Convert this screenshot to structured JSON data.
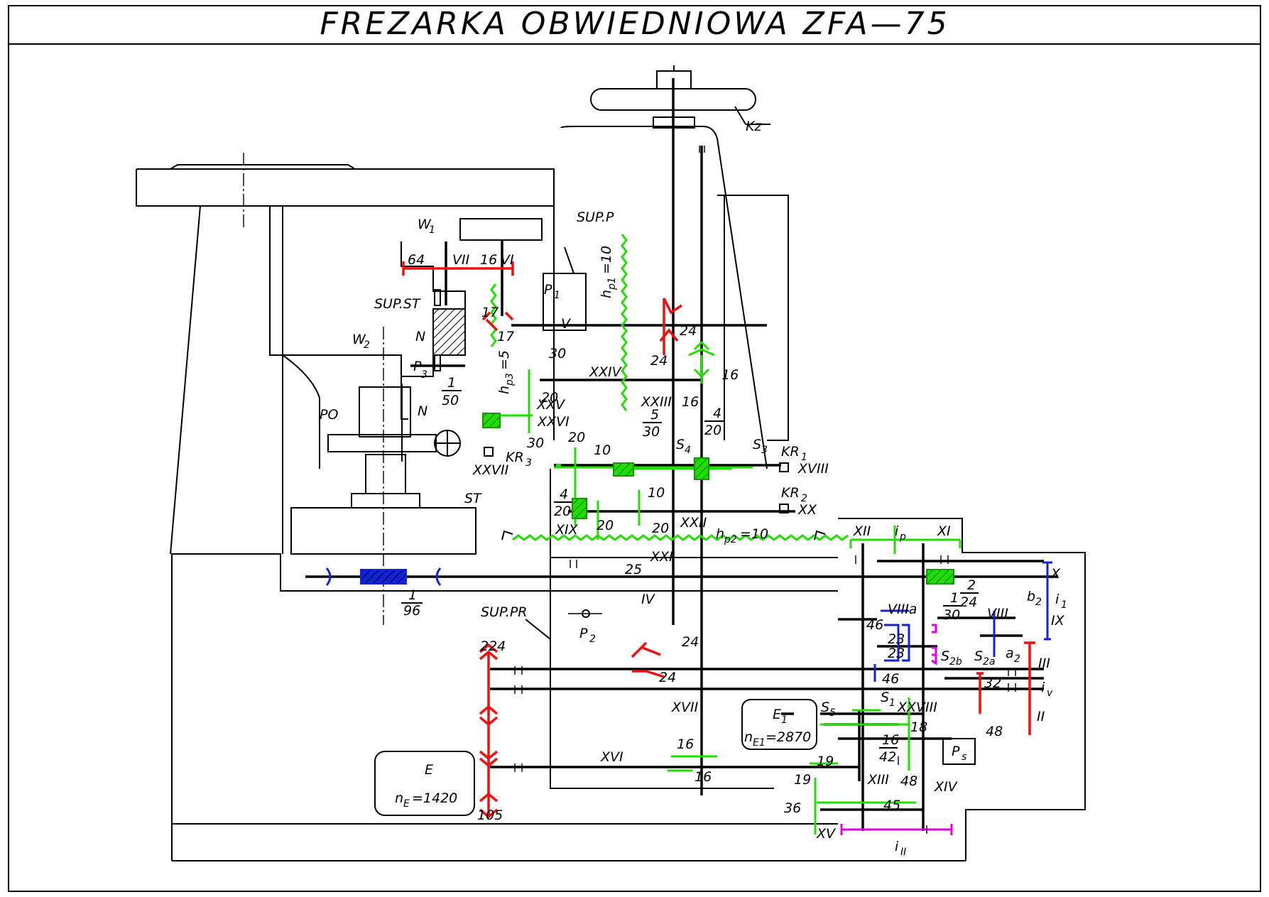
{
  "title": "FREZARKA OBWIEDNIOWA ZFA—75",
  "labels": {
    "kz": "Kz",
    "sup_p": "SUP.P",
    "sup_st": "SUP.ST",
    "sup_pr": "SUP.PR",
    "st": "ST",
    "po": "PO",
    "n": "N",
    "n2": "N",
    "w1": "W",
    "w1_sub": "1",
    "w2": "W",
    "w2_sub": "2",
    "p1": "P",
    "p1_sub": "1",
    "p2": "P",
    "p2_sub": "2",
    "p3": "P",
    "p3_sub": "3",
    "ps": "P",
    "ps_sub": "s",
    "kr1": "KR",
    "kr1_sub": "1",
    "kr2": "KR",
    "kr2_sub": "2",
    "kr3": "KR",
    "kr3_sub": "3",
    "s1": "S",
    "s1_sub": "1",
    "s2a": "S",
    "s2a_sub": "2a",
    "s2b": "S",
    "s2b_sub": "2b",
    "s3": "S",
    "s3_sub": "3",
    "s4": "S",
    "s4_sub": "4",
    "s5": "S",
    "s5_sub": "5",
    "hp1": "h",
    "hp1_sub": "p1",
    "hp1_val": "=10",
    "hp2": "h",
    "hp2_sub": "p2",
    "hp2_val": "=10",
    "hp3": "h",
    "hp3_sub": "p3",
    "hp3_val": "=5",
    "e_motor": "E",
    "e_speed": "n",
    "e_speed_sub": "E",
    "e_speed_val": "=1420",
    "e1_motor": "E",
    "e1_motor_sub": "1",
    "e1_speed": "n",
    "e1_speed_sub": "E1",
    "e1_speed_val": "=2870",
    "ip": "i",
    "ip_sub": "p",
    "i1": "i",
    "i1_sub": "1",
    "iv": "i",
    "iv_sub": "v",
    "iII": "i",
    "iII_sub": "II",
    "a2": "a",
    "a2_sub": "2",
    "b2": "b",
    "b2_sub": "2"
  },
  "shafts": [
    "II",
    "III",
    "IV",
    "V",
    "VI",
    "VII",
    "VIII",
    "VIIIa",
    "IX",
    "X",
    "XI",
    "XII",
    "XIII",
    "XIV",
    "XV",
    "XVI",
    "XVII",
    "XVIII",
    "XIX",
    "XX",
    "XXI",
    "XXII",
    "XXIII",
    "XXIV",
    "XXV",
    "XXVI",
    "XXVII",
    "XXVIII"
  ],
  "numbers": {
    "n64": "64",
    "n16_vii": "16",
    "n17a": "17",
    "n17b": "17",
    "n24a": "24",
    "n24b": "24",
    "n16a": "16",
    "n16b": "16",
    "n30a": "30",
    "n20a": "20",
    "n30b": "30",
    "n10a": "10",
    "n20b": "20",
    "n10b": "10",
    "n20c": "20",
    "n20d": "20",
    "n25": "25",
    "n24c": "24",
    "n24d": "24",
    "n224": "224",
    "n105": "105",
    "n16c": "16",
    "n16d": "16",
    "n19a": "19",
    "n19b": "19",
    "n36": "36",
    "n45": "45",
    "n18": "18",
    "n48a": "48",
    "n32": "32",
    "n48b": "48",
    "n46a": "46",
    "n46b": "46",
    "n23a": "23",
    "n23b": "23"
  },
  "fractions": {
    "f1_50": [
      "1",
      "50"
    ],
    "f5_30": [
      "5",
      "30"
    ],
    "f4_20a": [
      "4",
      "20"
    ],
    "f4_20b": [
      "4",
      "20"
    ],
    "f1_96": [
      "1",
      "96"
    ],
    "f2_24": [
      "2",
      "24"
    ],
    "f1_30": [
      "1",
      "30"
    ],
    "f16_42": [
      "16",
      "42"
    ]
  },
  "colors": {
    "green": "#22dd00",
    "red": "#ee1111",
    "blue": "#1122dd",
    "magenta": "#e000e0",
    "black": "#000000"
  }
}
